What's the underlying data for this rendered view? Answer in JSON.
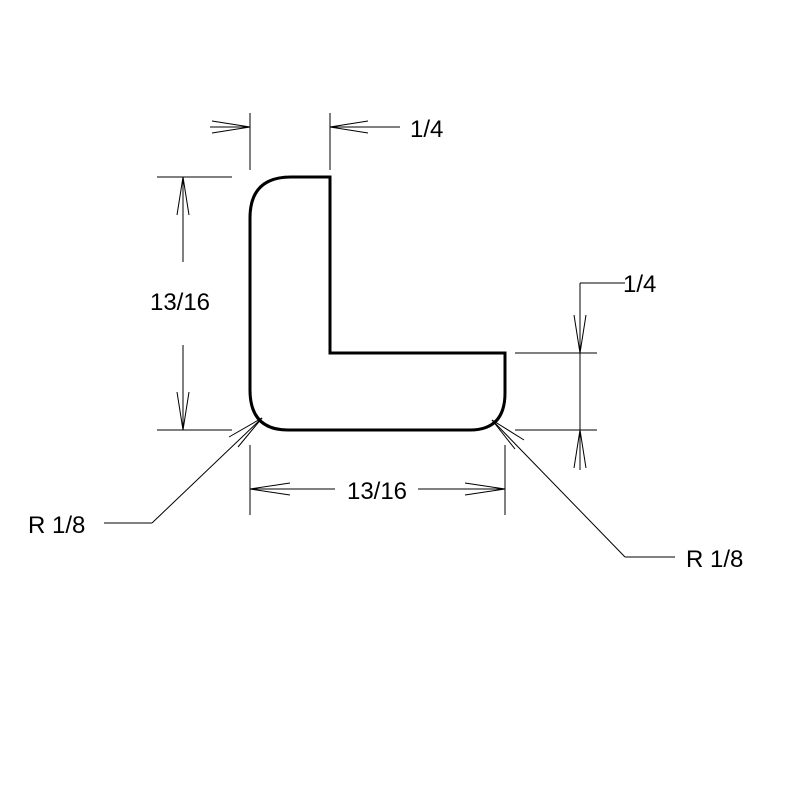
{
  "dimensions": {
    "top_thickness": "1/4",
    "height": "13/16",
    "right_thickness": "1/4",
    "width": "13/16",
    "radius_left": "R 1/8",
    "radius_right": "R 1/8"
  },
  "colors": {
    "line": "#000000",
    "background": "#ffffff"
  }
}
